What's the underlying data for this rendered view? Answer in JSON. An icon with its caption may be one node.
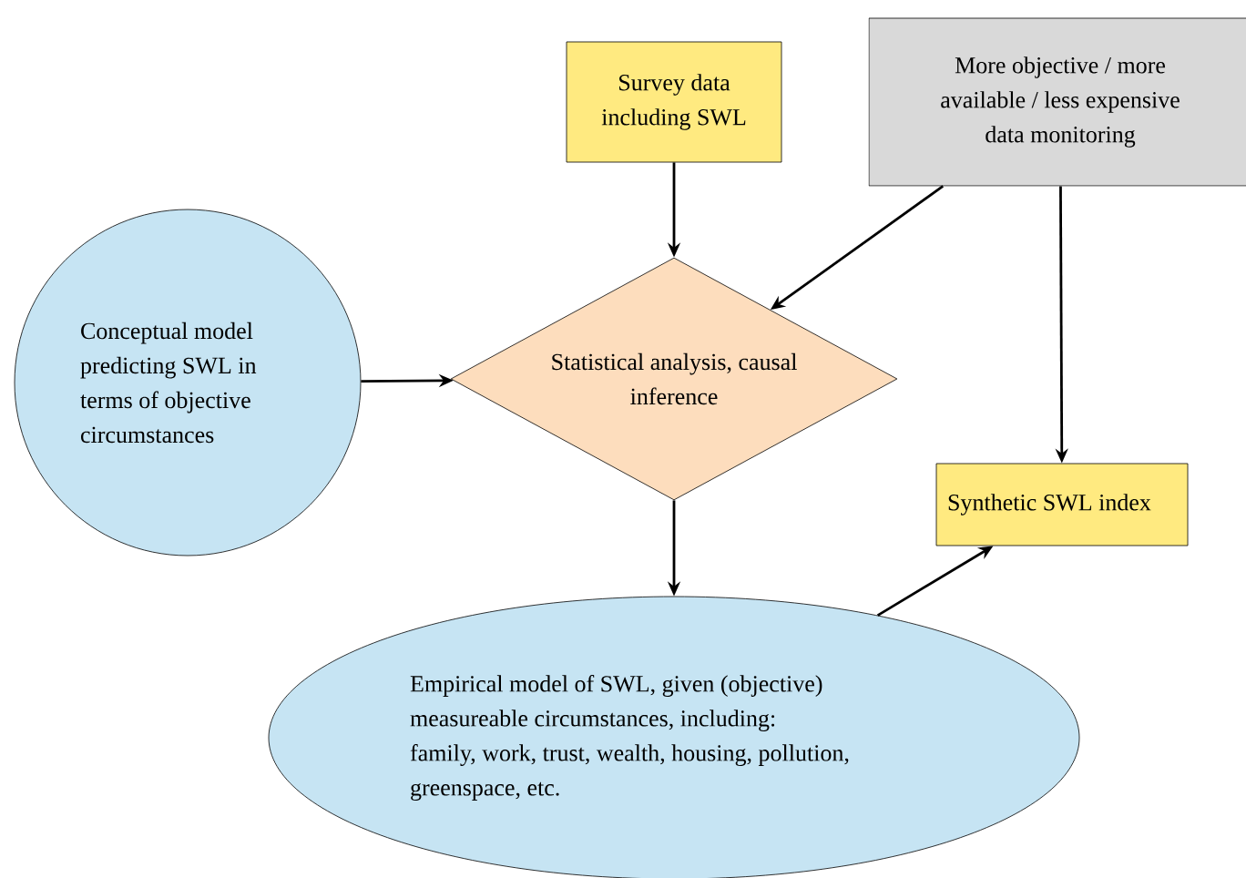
{
  "diagram": {
    "nodes": [
      {
        "text": [
          "Survey data including SWL"
        ]
      },
      {
        "text": [
          "More objective / more available / less expensive data monitoring"
        ]
      },
      {
        "text": [
          "Conceptual model predicting SWL in terms of objective circumstances"
        ]
      },
      {
        "text": [
          "Statistical analysis, causal inference"
        ]
      },
      {
        "text": [
          "Synthetic SWL index"
        ]
      },
      {
        "text": [
          "Empirical model of SWL, given (objective) measureable circumstances, including:",
          "family, work, trust, wealth, housing, pollution, greenspace, etc."
        ]
      }
    ],
    "edges": [
      {
        "from": 0,
        "to": 3,
        "arrow": "to"
      },
      {
        "from": 1,
        "to": 3,
        "arrow": "to"
      },
      {
        "from": 1,
        "to": 4,
        "arrow": "to"
      },
      {
        "from": 2,
        "to": 3,
        "arrow": "to"
      },
      {
        "from": 3,
        "to": 5,
        "arrow": "to"
      },
      {
        "from": 5,
        "to": 4,
        "arrow": "to"
      }
    ]
  }
}
